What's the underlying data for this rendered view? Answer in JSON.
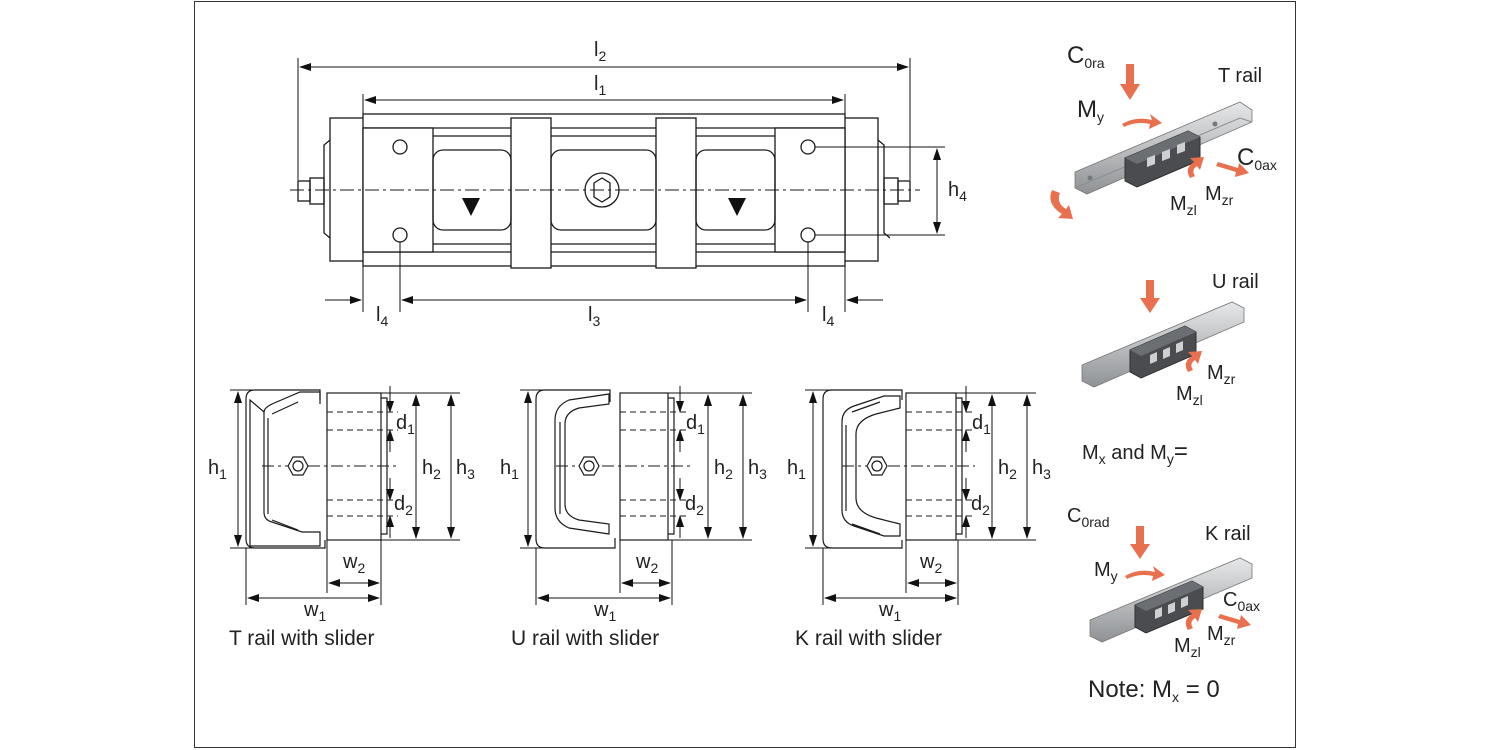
{
  "top_view": {
    "l2": {
      "base": "l",
      "sub": "2"
    },
    "l1": {
      "base": "l",
      "sub": "1"
    },
    "l3": {
      "base": "l",
      "sub": "3"
    },
    "l4_left": {
      "base": "l",
      "sub": "4"
    },
    "l4_right": {
      "base": "l",
      "sub": "4"
    },
    "h4": {
      "base": "h",
      "sub": "4"
    }
  },
  "sections": [
    {
      "caption": "T rail with slider",
      "h1": {
        "base": "h",
        "sub": "1"
      },
      "h2": {
        "base": "h",
        "sub": "2"
      },
      "h3": {
        "base": "h",
        "sub": "3"
      },
      "d1": {
        "base": "d",
        "sub": "1"
      },
      "d2": {
        "base": "d",
        "sub": "2"
      },
      "w1": {
        "base": "w",
        "sub": "1"
      },
      "w2": {
        "base": "w",
        "sub": "2"
      }
    },
    {
      "caption": "U rail with slider",
      "h1": {
        "base": "h",
        "sub": "1"
      },
      "h2": {
        "base": "h",
        "sub": "2"
      },
      "h3": {
        "base": "h",
        "sub": "3"
      },
      "d1": {
        "base": "d",
        "sub": "1"
      },
      "d2": {
        "base": "d",
        "sub": "2"
      },
      "w1": {
        "base": "w",
        "sub": "1"
      },
      "w2": {
        "base": "w",
        "sub": "2"
      }
    },
    {
      "caption": "K rail with slider",
      "h1": {
        "base": "h",
        "sub": "1"
      },
      "h2": {
        "base": "h",
        "sub": "2"
      },
      "h3": {
        "base": "h",
        "sub": "3"
      },
      "d1": {
        "base": "d",
        "sub": "1"
      },
      "d2": {
        "base": "d",
        "sub": "2"
      },
      "w1": {
        "base": "w",
        "sub": "1"
      },
      "w2": {
        "base": "w",
        "sub": "2"
      }
    }
  ],
  "loads": {
    "t_rail": {
      "title": "T rail",
      "c0ra": {
        "base": "C",
        "sub": "0ra"
      },
      "my": {
        "base": "M",
        "sub": "y"
      },
      "c0ax": {
        "base": "C",
        "sub": "0ax"
      },
      "mzl": {
        "base": "M",
        "sub": "zl"
      },
      "mzr": {
        "base": "M",
        "sub": "zr"
      }
    },
    "u_rail": {
      "title": "U rail",
      "mzr": {
        "base": "M",
        "sub": "zr"
      },
      "mzl": {
        "base": "M",
        "sub": "zl"
      },
      "note": {
        "m1": "M",
        "s1": "x",
        "mid": " and  M",
        "s2": "y",
        "end": "="
      }
    },
    "k_rail": {
      "title": "K rail",
      "c0rad": {
        "base": "C",
        "sub": "0rad"
      },
      "my": {
        "base": "M",
        "sub": "y"
      },
      "c0ax": {
        "base": "C",
        "sub": "0ax"
      },
      "mzr": {
        "base": "M",
        "sub": "zr"
      },
      "mzl": {
        "base": "M",
        "sub": "zl"
      },
      "note": {
        "pre": "Note: M",
        "sub": "x",
        "post": " = 0"
      }
    }
  },
  "colors": {
    "line": "#1a1a1a",
    "arrow": "#e9704e",
    "rail": "#c9cbcd",
    "slider": "#4a4c50"
  }
}
